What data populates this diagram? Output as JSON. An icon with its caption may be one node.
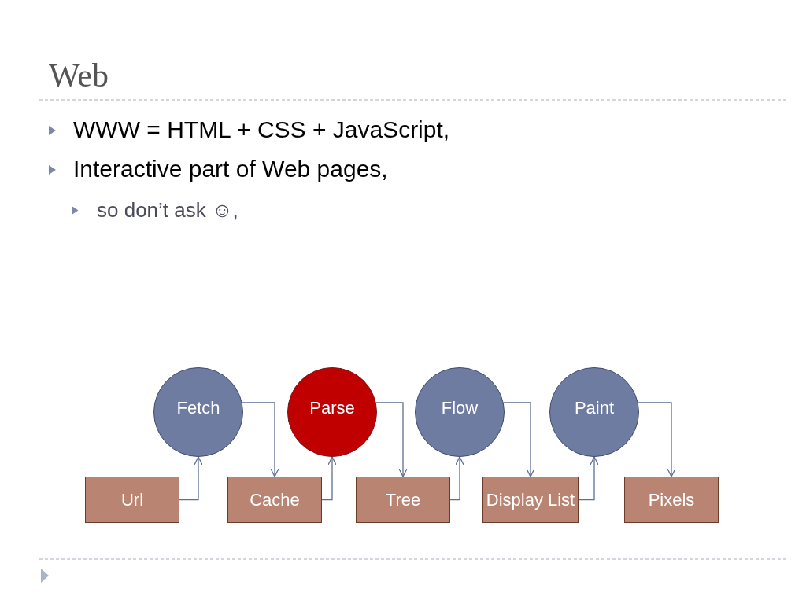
{
  "diagram": {
    "title": "Web",
    "nodes": [
      {
        "text": [
          "Fetch"
        ]
      },
      {
        "text": [
          "Parse"
        ]
      },
      {
        "text": [
          "Flow"
        ]
      },
      {
        "text": [
          "Paint"
        ]
      },
      {
        "text": [
          "Url"
        ]
      },
      {
        "text": [
          "Cache"
        ]
      },
      {
        "text": [
          "Tree"
        ]
      },
      {
        "text": [
          "Display List"
        ]
      },
      {
        "text": [
          "Pixels"
        ]
      }
    ],
    "edges": [
      {
        "from": 4,
        "to": 0,
        "arrow": "to"
      },
      {
        "from": 0,
        "to": 5,
        "arrow": "to"
      },
      {
        "from": 5,
        "to": 1,
        "arrow": "to"
      },
      {
        "from": 1,
        "to": 6,
        "arrow": "to"
      },
      {
        "from": 6,
        "to": 2,
        "arrow": "to"
      },
      {
        "from": 2,
        "to": 7,
        "arrow": "to"
      },
      {
        "from": 7,
        "to": 3,
        "arrow": "to"
      },
      {
        "from": 3,
        "to": 8,
        "arrow": "to"
      }
    ],
    "labels": [
      "WWW = HTML + CSS + JavaScript,",
      "Interactive part of Web pages,",
      "so don’t ask ☺,"
    ]
  }
}
